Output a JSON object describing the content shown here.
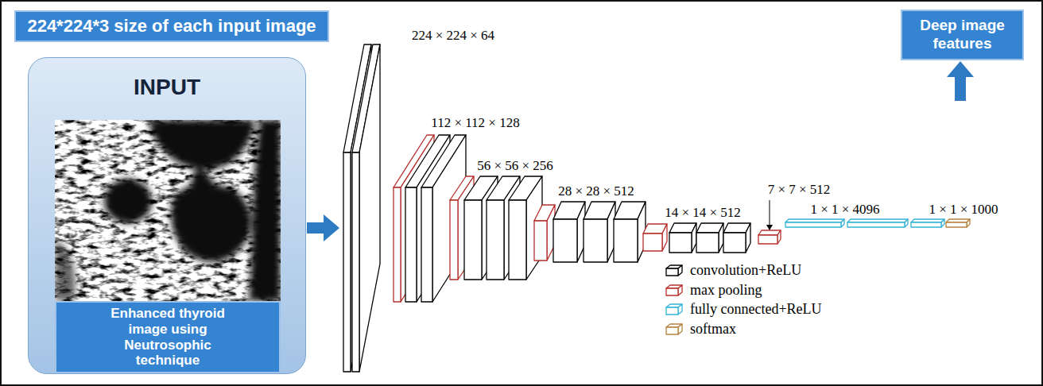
{
  "diagram": {
    "nodes": [
      {
        "text": [
          "224*224*3 size of each input image"
        ]
      },
      {
        "text": [
          "INPUT"
        ]
      },
      {
        "text": [
          "Enhanced thyroid image using Neutrosophic technique"
        ],
        "in": 1
      },
      {
        "text": [
          "224 × 224 × 64"
        ]
      },
      {
        "text": [
          "112 × 112 × 128"
        ]
      },
      {
        "text": [
          "56 × 56 × 256"
        ]
      },
      {
        "text": [
          "28 × 28 × 512"
        ]
      },
      {
        "text": [
          "14 × 14 × 512"
        ]
      },
      {
        "text": [
          "7 × 7 × 512"
        ]
      },
      {
        "text": [
          "1 × 1 × 4096"
        ]
      },
      {
        "text": [
          "1 × 1 × 1000"
        ]
      },
      {
        "text": [
          "Deep image features"
        ]
      }
    ],
    "edges": [
      {
        "from": 1,
        "to": 3,
        "arrow": "to"
      },
      {
        "from": 10,
        "to": 11,
        "arrow": "to"
      }
    ],
    "legend": [
      {
        "text": "convolution+ReLU",
        "color": "#000000"
      },
      {
        "text": "max pooling",
        "color": "#b5302c"
      },
      {
        "text": "fully connected+ReLU",
        "color": "#35b2d6"
      },
      {
        "text": "softmax",
        "color": "#b5843f"
      }
    ]
  }
}
